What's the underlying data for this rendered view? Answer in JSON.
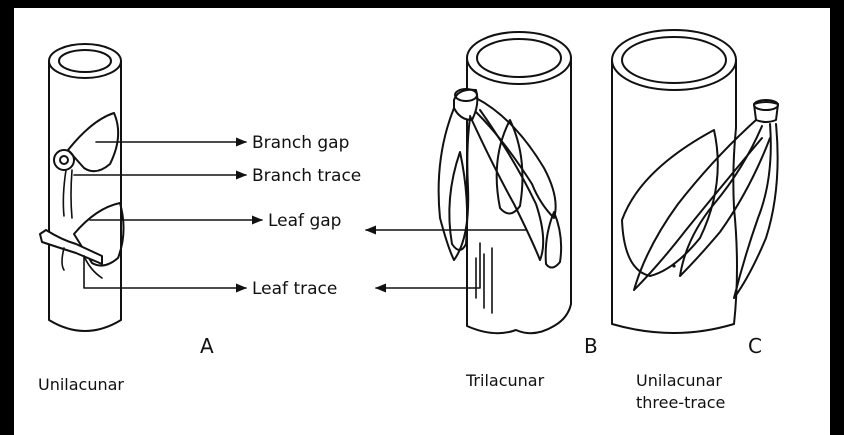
{
  "labels": {
    "branch_gap": "Branch gap",
    "branch_trace": "Branch trace",
    "leaf_gap": "Leaf gap",
    "leaf_trace": "Leaf trace"
  },
  "panels": [
    {
      "letter": "A",
      "caption": [
        "Unilacunar"
      ]
    },
    {
      "letter": "B",
      "caption": [
        "Trilacunar"
      ]
    },
    {
      "letter": "C",
      "caption": [
        "Unilacunar",
        "three-trace"
      ]
    }
  ]
}
